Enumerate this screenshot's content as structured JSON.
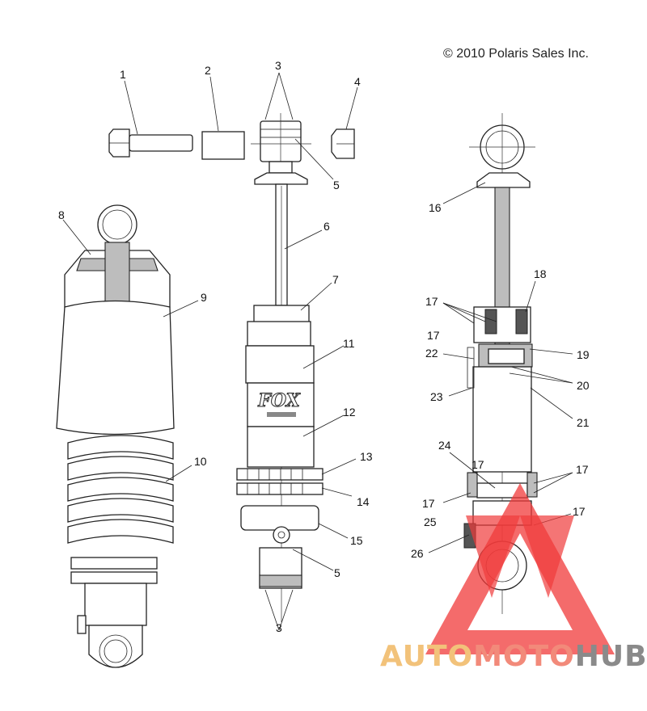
{
  "copyright": "© 2010 Polaris Sales Inc.",
  "brand_logo": "FOX",
  "callouts": [
    "1",
    "2",
    "3",
    "3",
    "4",
    "5",
    "5",
    "6",
    "7",
    "8",
    "9",
    "10",
    "11",
    "12",
    "13",
    "14",
    "15",
    "16",
    "17",
    "17",
    "17",
    "17",
    "17",
    "17",
    "18",
    "19",
    "20",
    "21",
    "22",
    "23",
    "24",
    "25",
    "26"
  ],
  "watermark": {
    "part1": "AUTO",
    "part2": "MOTO",
    "part3": "HUB",
    "colors": {
      "part1": "#f2c27a",
      "part2": "#f28a7a",
      "part3": "#8a8a8a",
      "triangle": "#f03a3a"
    }
  }
}
